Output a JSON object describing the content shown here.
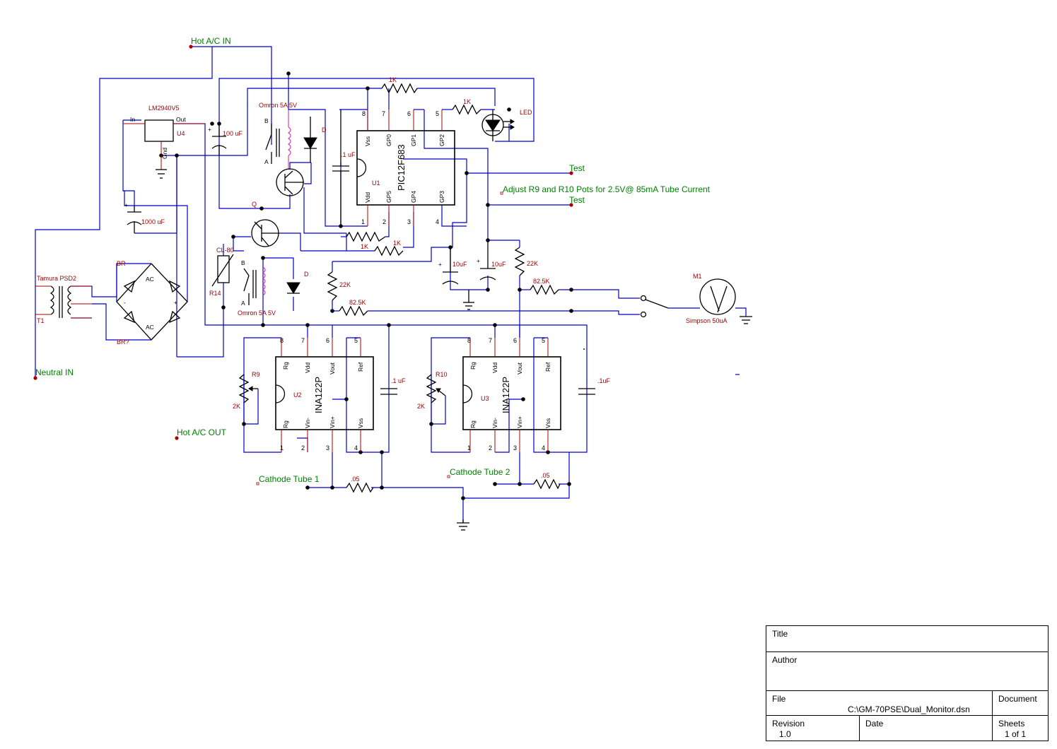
{
  "nets": {
    "hot_ac_in": "Hot A/C IN",
    "neutral_in": "Neutral IN",
    "hot_ac_out": "Hot A/C OUT",
    "test_1": "Test",
    "test_2": "Test",
    "cathode_tube_1": "Cathode Tube 1",
    "cathode_tube_2": "Cathode Tube 2",
    "adjust_note": "Adjust R9 and R10 Pots for 2.5V@ 85mA Tube Current"
  },
  "regulator": {
    "part": "LM2940V5",
    "ref": "U4",
    "pin_in": "In",
    "pin_out": "Out",
    "pin_gnd": "Gnd"
  },
  "transformer": {
    "part": "Tamura PSD2",
    "ref": "T1"
  },
  "bridge": {
    "ref_top": "BR",
    "ref_bottom": "BR?",
    "ac_top": "AC",
    "ac_bottom": "AC",
    "minus": "-",
    "plus": "+"
  },
  "capacitors": {
    "c_out": "100 uF",
    "c_bulk": "1000 uF",
    "c_mcu": ".1 uF",
    "c_10a": "10uF",
    "c_10b": "10uF",
    "c_u2": ".1 uF",
    "c_u3": ".1uF"
  },
  "relay_top": {
    "part": "Omron 5A 5V",
    "b": "B",
    "a": "A",
    "d": "D"
  },
  "relay_bottom": {
    "part": "Omron 5A 5V",
    "b": "B",
    "a": "A",
    "d": "D"
  },
  "transistor": {
    "label": "Q"
  },
  "thermistor": {
    "part": "CL-80",
    "ref": "R14"
  },
  "mcu": {
    "part": "PIC12F683",
    "ref": "U1",
    "pins_top": [
      {
        "num": "8",
        "name": "Vss"
      },
      {
        "num": "7",
        "name": "GP0"
      },
      {
        "num": "6",
        "name": "GP1"
      },
      {
        "num": "5",
        "name": "GP2"
      }
    ],
    "pins_bottom": [
      {
        "num": "1",
        "name": "Vdd"
      },
      {
        "num": "2",
        "name": "GP5"
      },
      {
        "num": "3",
        "name": "GP4"
      },
      {
        "num": "4",
        "name": "GP3"
      }
    ]
  },
  "resistors": {
    "r_led": "1K",
    "r_pull": "1K",
    "r_b1": "1K",
    "r_b2": "1K",
    "r_22k_a": "22K",
    "r_22k_b": "22K",
    "r_82k_a": "82.5K",
    "r_82k_b": "82.5K",
    "r_shunt_1": ".05",
    "r_shunt_2": ".05"
  },
  "led": {
    "label": "LED"
  },
  "meter": {
    "ref": "M1",
    "part": "Simpson 50uA"
  },
  "amp_u2": {
    "part": "INA122P",
    "ref": "U2",
    "pot_ref": "R9",
    "pot_val": "2K",
    "pins_top": [
      {
        "num": "8",
        "name": "Rg"
      },
      {
        "num": "7",
        "name": "Vdd"
      },
      {
        "num": "6",
        "name": "Vout"
      },
      {
        "num": "5",
        "name": "Ref"
      }
    ],
    "pins_bottom": [
      {
        "num": "1",
        "name": "Rg"
      },
      {
        "num": "2",
        "name": "Vin-"
      },
      {
        "num": "3",
        "name": "Vin+"
      },
      {
        "num": "4",
        "name": "Vss"
      }
    ]
  },
  "amp_u3": {
    "part": "INA122P",
    "ref": "U3",
    "pot_ref": "R10",
    "pot_val": "2K",
    "pins_top": [
      {
        "num": "8",
        "name": "Rg"
      },
      {
        "num": "7",
        "name": "Vdd"
      },
      {
        "num": "6",
        "name": "Vout"
      },
      {
        "num": "5",
        "name": "Ref"
      }
    ],
    "pins_bottom": [
      {
        "num": "1",
        "name": "Rg"
      },
      {
        "num": "2",
        "name": "Vin-"
      },
      {
        "num": "3",
        "name": "Vin+"
      },
      {
        "num": "4",
        "name": "Vss"
      }
    ]
  },
  "title_block": {
    "title_label": "Title",
    "author_label": "Author",
    "file_label": "File",
    "file_value": "C:\\GM-70PSE\\Dual_Monitor.dsn",
    "document_label": "Document",
    "revision_label": "Revision",
    "revision_value": "1.0",
    "date_label": "Date",
    "sheets_label": "Sheets",
    "sheets_value": "1 of 1"
  }
}
